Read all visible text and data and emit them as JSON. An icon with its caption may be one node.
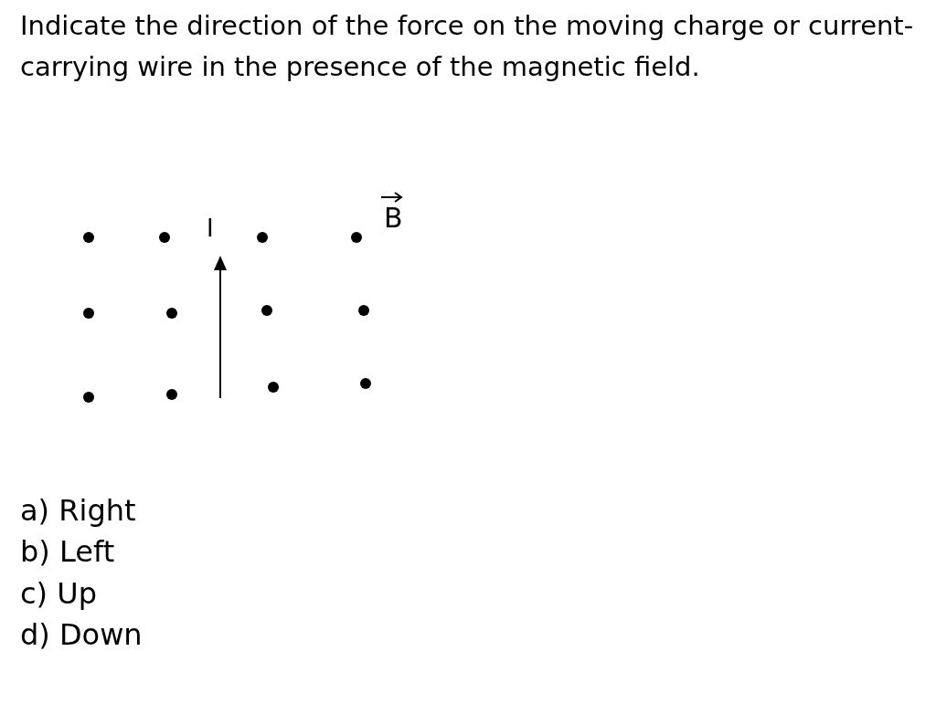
{
  "diagram": {
    "title": "Indicate the direction of the force on the moving charge or current-carrying wire in the presence of the magnetic field.",
    "labels": [
      "I",
      "B",
      "a) Right",
      "b) Left",
      "c) Up",
      "d) Down"
    ]
  }
}
